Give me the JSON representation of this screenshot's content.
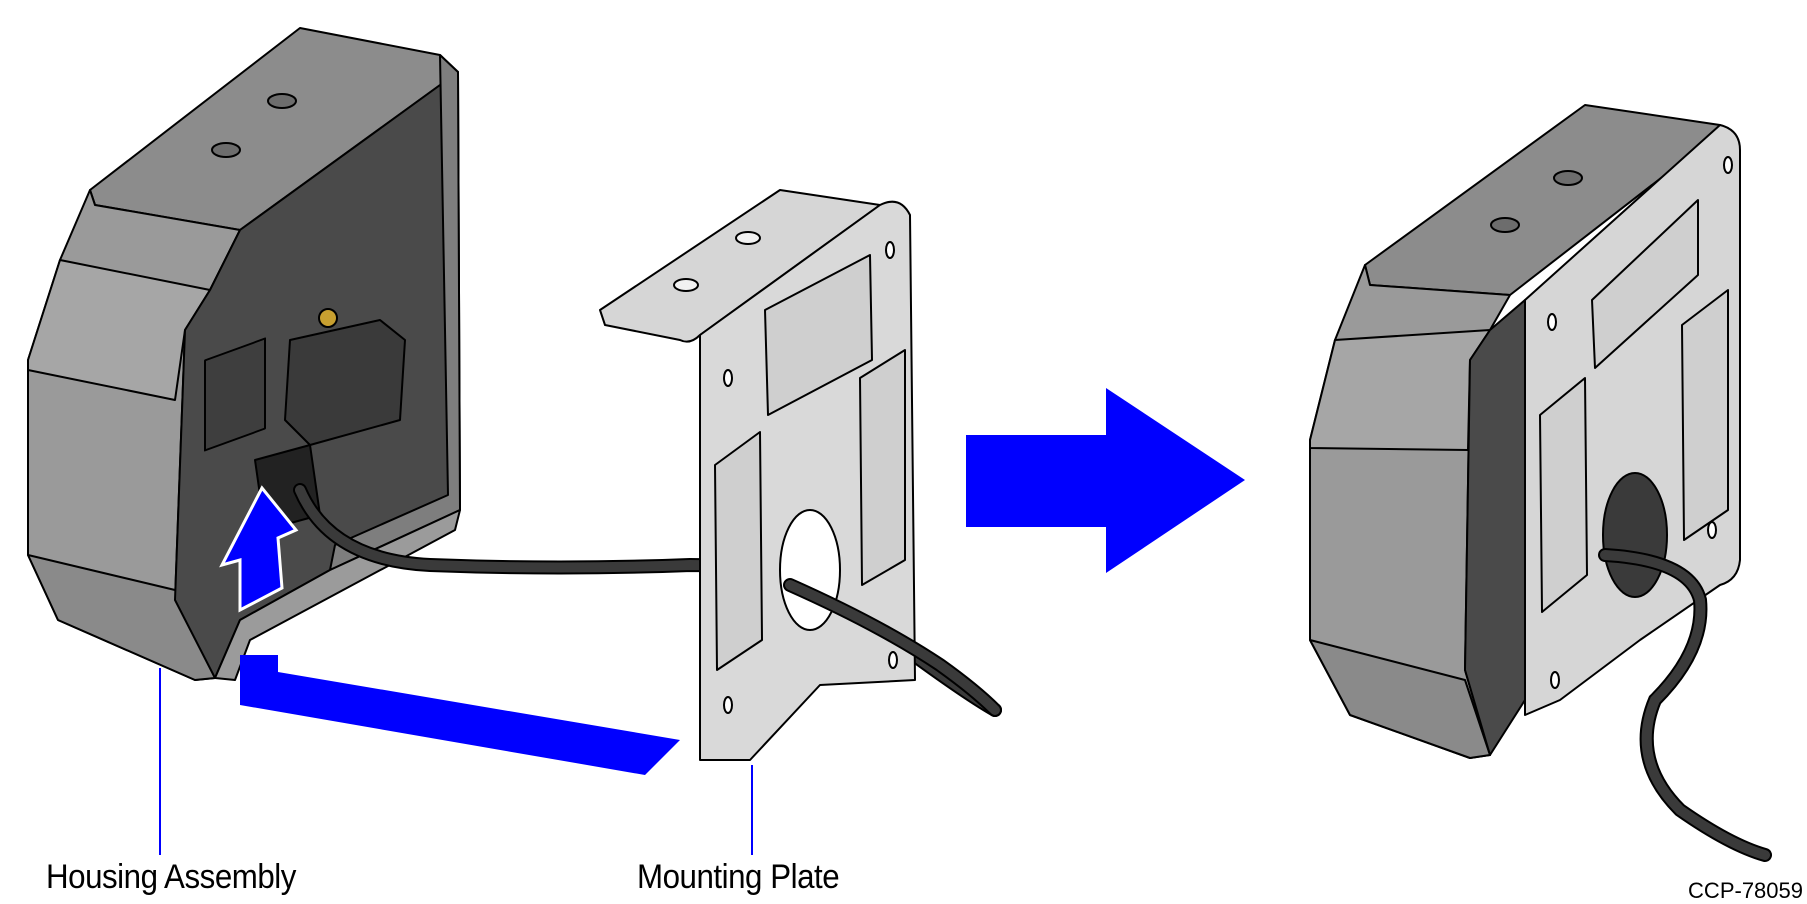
{
  "labels": {
    "housing_assembly": "Housing Assembly",
    "mounting_plate": "Mounting Plate"
  },
  "figure_id": "CCP-78059",
  "icons": {
    "install_arrow": "l-shaped-arrow-icon",
    "lift_arrow": "up-arrow-icon",
    "result_arrow": "right-arrow-icon"
  },
  "colors": {
    "arrow": "#0000ff",
    "housing": "#8a8a8a",
    "housing_dark": "#4a4a4a",
    "plate": "#d6d6d6",
    "cable": "#3a3a3a",
    "outline": "#000000"
  }
}
